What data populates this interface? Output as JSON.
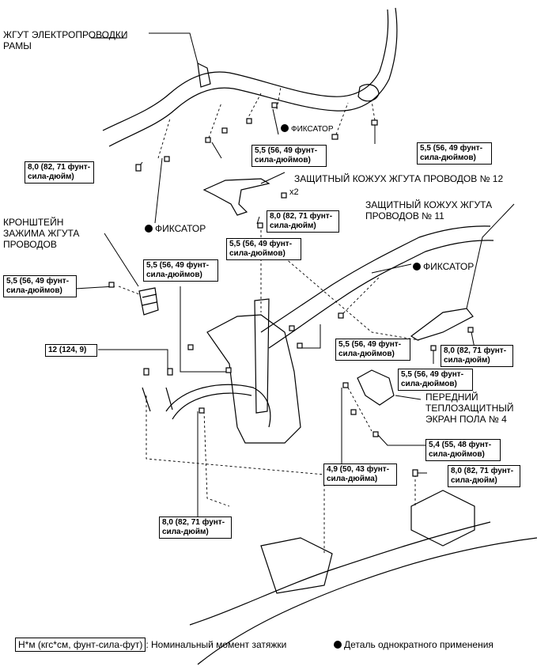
{
  "labels": {
    "frame_harness": "ЖГУТ ЭЛЕКТРОПРОВОДКИ\nРАМЫ",
    "clip_top": "ФИКСАТОР",
    "clip_left": "ФИКСАТОР",
    "clip_right": "ФИКСАТОР",
    "cover_12": "ЗАЩИТНЫЙ КОЖУХ ЖГУТА ПРОВОДОВ № 12",
    "cover_11": "ЗАЩИТНЫЙ КОЖУХ ЖГУТА\nПРОВОДОВ № 11",
    "bracket": "КРОНШТЕЙН\nЗАЖИМА ЖГУТА\nПРОВОДОВ",
    "heat_shield": "ПЕРЕДНИЙ\nТЕПЛОЗАЩИТНЫЙ\nЭКРАН ПОЛА № 4",
    "x2": "x2"
  },
  "torque": {
    "t1": "5,5 (56, 49 фунт-\nсила-дюймов)",
    "t2": "8,0 (82, 71 фунт-\nсила-дюйм)",
    "t3": "5,5 (56, 49 фунт-\nсила-дюймов)",
    "t4": "8,0 (82, 71 фунт-\nсила-дюйм)",
    "t5": "5,5 (56, 49 фунт-\nсила-дюймов)",
    "t6": "5,5 (56, 49 фунт-\nсила-дюймов)",
    "t7": "5,5 (56, 49 фунт-\nсила-дюймов)",
    "t8": "12 (124, 9)",
    "t9": "5,5 (56, 49 фунт-\nсила-дюймов)",
    "t10": "8,0 (82, 71 фунт-\nсила-дюйм)",
    "t11": "5,5 (56, 49 фунт-\nсила-дюймов)",
    "t12": "5,4 (55, 48 фунт-\nсила-дюймов)",
    "t13": "4,9 (50, 43 фунт-\nсила-дюйма)",
    "t14": "8,0 (82, 71 фунт-\nсила-дюйм)",
    "t15": "8,0 (82, 71 фунт-\nсила-дюйм)"
  },
  "legend": {
    "unit_box": "Н*м (кгс*см, фунт-сила-фут)",
    "unit_text": ": Номинальный момент затяжки",
    "dot_text": "Деталь однократного применения"
  }
}
